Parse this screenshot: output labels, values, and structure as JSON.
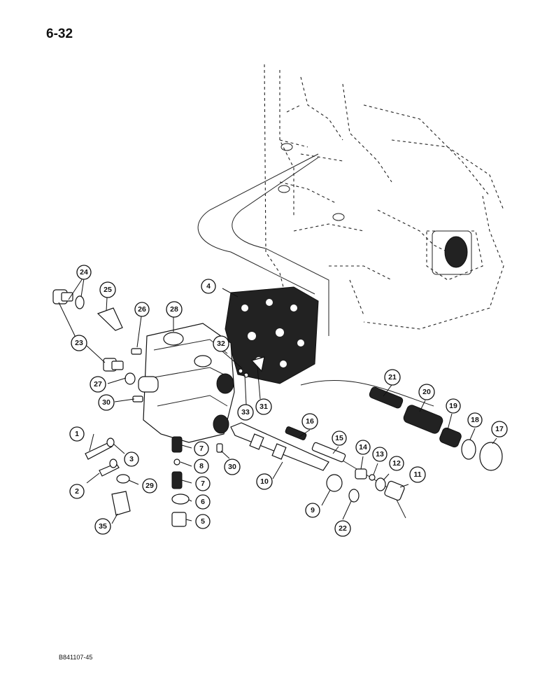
{
  "page_number": "6-32",
  "figure_code": "B841107-45",
  "callouts": [
    {
      "label": "1"
    },
    {
      "label": "2"
    },
    {
      "label": "3"
    },
    {
      "label": "4"
    },
    {
      "label": "5"
    },
    {
      "label": "6"
    },
    {
      "label": "7"
    },
    {
      "label": "7"
    },
    {
      "label": "8"
    },
    {
      "label": "9"
    },
    {
      "label": "10"
    },
    {
      "label": "11"
    },
    {
      "label": "12"
    },
    {
      "label": "13"
    },
    {
      "label": "14"
    },
    {
      "label": "15"
    },
    {
      "label": "16"
    },
    {
      "label": "17"
    },
    {
      "label": "18"
    },
    {
      "label": "19"
    },
    {
      "label": "20"
    },
    {
      "label": "21"
    },
    {
      "label": "22"
    },
    {
      "label": "23"
    },
    {
      "label": "24"
    },
    {
      "label": "25"
    },
    {
      "label": "26"
    },
    {
      "label": "27"
    },
    {
      "label": "28"
    },
    {
      "label": "29"
    },
    {
      "label": "30"
    },
    {
      "label": "30"
    },
    {
      "label": "31"
    },
    {
      "label": "32"
    },
    {
      "label": "33"
    },
    {
      "label": "35"
    }
  ]
}
